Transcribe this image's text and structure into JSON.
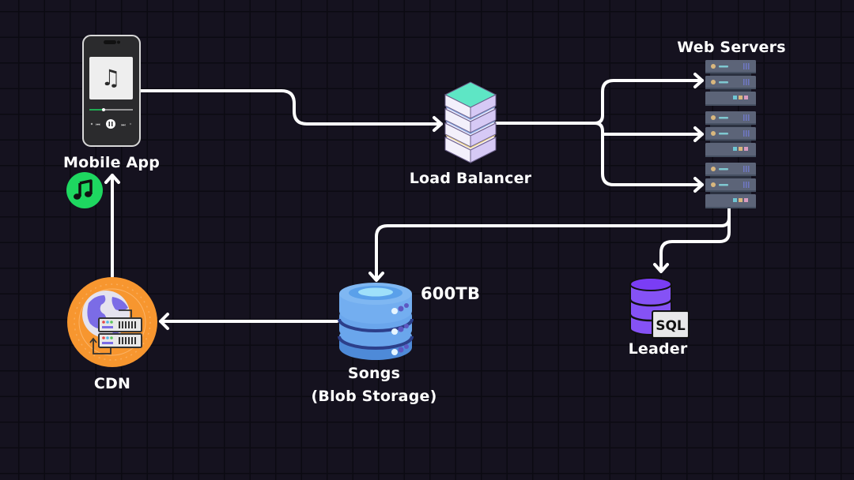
{
  "diagram": {
    "nodes": {
      "mobile_app": {
        "label": "Mobile App",
        "icon": "smartphone-music-player-icon",
        "badge_icon": "music-note-icon",
        "badge_color": "#1ed760"
      },
      "load_balancer": {
        "label": "Load Balancer",
        "icon": "server-stack-icon",
        "accent": "#5ee6c5"
      },
      "web_servers": {
        "label": "Web Servers",
        "icon": "server-rack-icon",
        "count": 3
      },
      "songs_storage": {
        "label_line1": "Songs",
        "label_line2": "(Blob Storage)",
        "capacity": "600TB",
        "icon": "database-cylinder-icon",
        "color": "#6aa6ec"
      },
      "leader_db": {
        "label": "Leader",
        "badge": "SQL",
        "icon": "sql-database-icon",
        "color": "#8552f5"
      },
      "cdn": {
        "label": "CDN",
        "icon": "globe-servers-icon",
        "color": "#f7962f"
      }
    },
    "edges": [
      {
        "from": "Mobile App",
        "to": "Load Balancer"
      },
      {
        "from": "Load Balancer",
        "to": "Web Servers (1)"
      },
      {
        "from": "Load Balancer",
        "to": "Web Servers (2)"
      },
      {
        "from": "Load Balancer",
        "to": "Web Servers (3)"
      },
      {
        "from": "Web Servers",
        "to": "Songs (Blob Storage)"
      },
      {
        "from": "Web Servers",
        "to": "Leader"
      },
      {
        "from": "Songs (Blob Storage)",
        "to": "CDN"
      },
      {
        "from": "CDN",
        "to": "Mobile App"
      }
    ]
  }
}
